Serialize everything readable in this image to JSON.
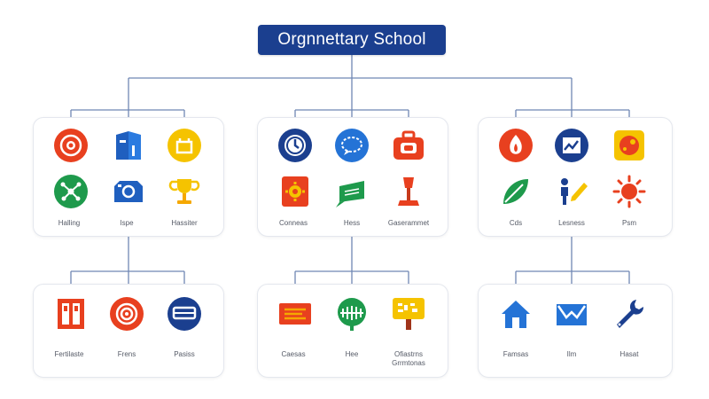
{
  "diagram": {
    "title": "Orgnnettary School",
    "panels": [
      {
        "items": [
          {
            "icon": "target-icon"
          },
          {
            "icon": "document-icon"
          },
          {
            "icon": "bag-icon"
          },
          {
            "icon": "network-icon",
            "label": "Halling"
          },
          {
            "icon": "camera-icon",
            "label": "Ispe"
          },
          {
            "icon": "trophy-icon",
            "label": "Hassiter"
          }
        ]
      },
      {
        "items": [
          {
            "icon": "clock-icon"
          },
          {
            "icon": "chat-icon"
          },
          {
            "icon": "briefcase-icon"
          },
          {
            "icon": "gear-card-icon",
            "label": "Conneas"
          },
          {
            "icon": "book-icon",
            "label": "Hess"
          },
          {
            "icon": "podium-icon",
            "label": "Gaserammet"
          }
        ]
      },
      {
        "items": [
          {
            "icon": "flame-icon"
          },
          {
            "icon": "chart-icon"
          },
          {
            "icon": "palette-icon"
          },
          {
            "icon": "leaf-icon",
            "label": "Cds"
          },
          {
            "icon": "person-pencil-icon",
            "label": "Lesness"
          },
          {
            "icon": "sun-icon",
            "label": "Psm"
          }
        ]
      },
      {
        "items": [
          {
            "icon": "door-icon",
            "label": "Fertilaste"
          },
          {
            "icon": "spiral-icon",
            "label": "Frens"
          },
          {
            "icon": "bus-icon",
            "label": "Pasiss"
          }
        ]
      },
      {
        "items": [
          {
            "icon": "list-card-icon",
            "label": "Caesas"
          },
          {
            "icon": "globe-icon",
            "label": "Hee"
          },
          {
            "icon": "signboard-icon",
            "label": "Ofiastrns\nGrrmtonas"
          }
        ]
      },
      {
        "items": [
          {
            "icon": "house-icon",
            "label": "Famsas"
          },
          {
            "icon": "envelope-icon",
            "label": "Ilm"
          },
          {
            "icon": "wrench-icon",
            "label": "Hasat"
          }
        ]
      }
    ]
  }
}
